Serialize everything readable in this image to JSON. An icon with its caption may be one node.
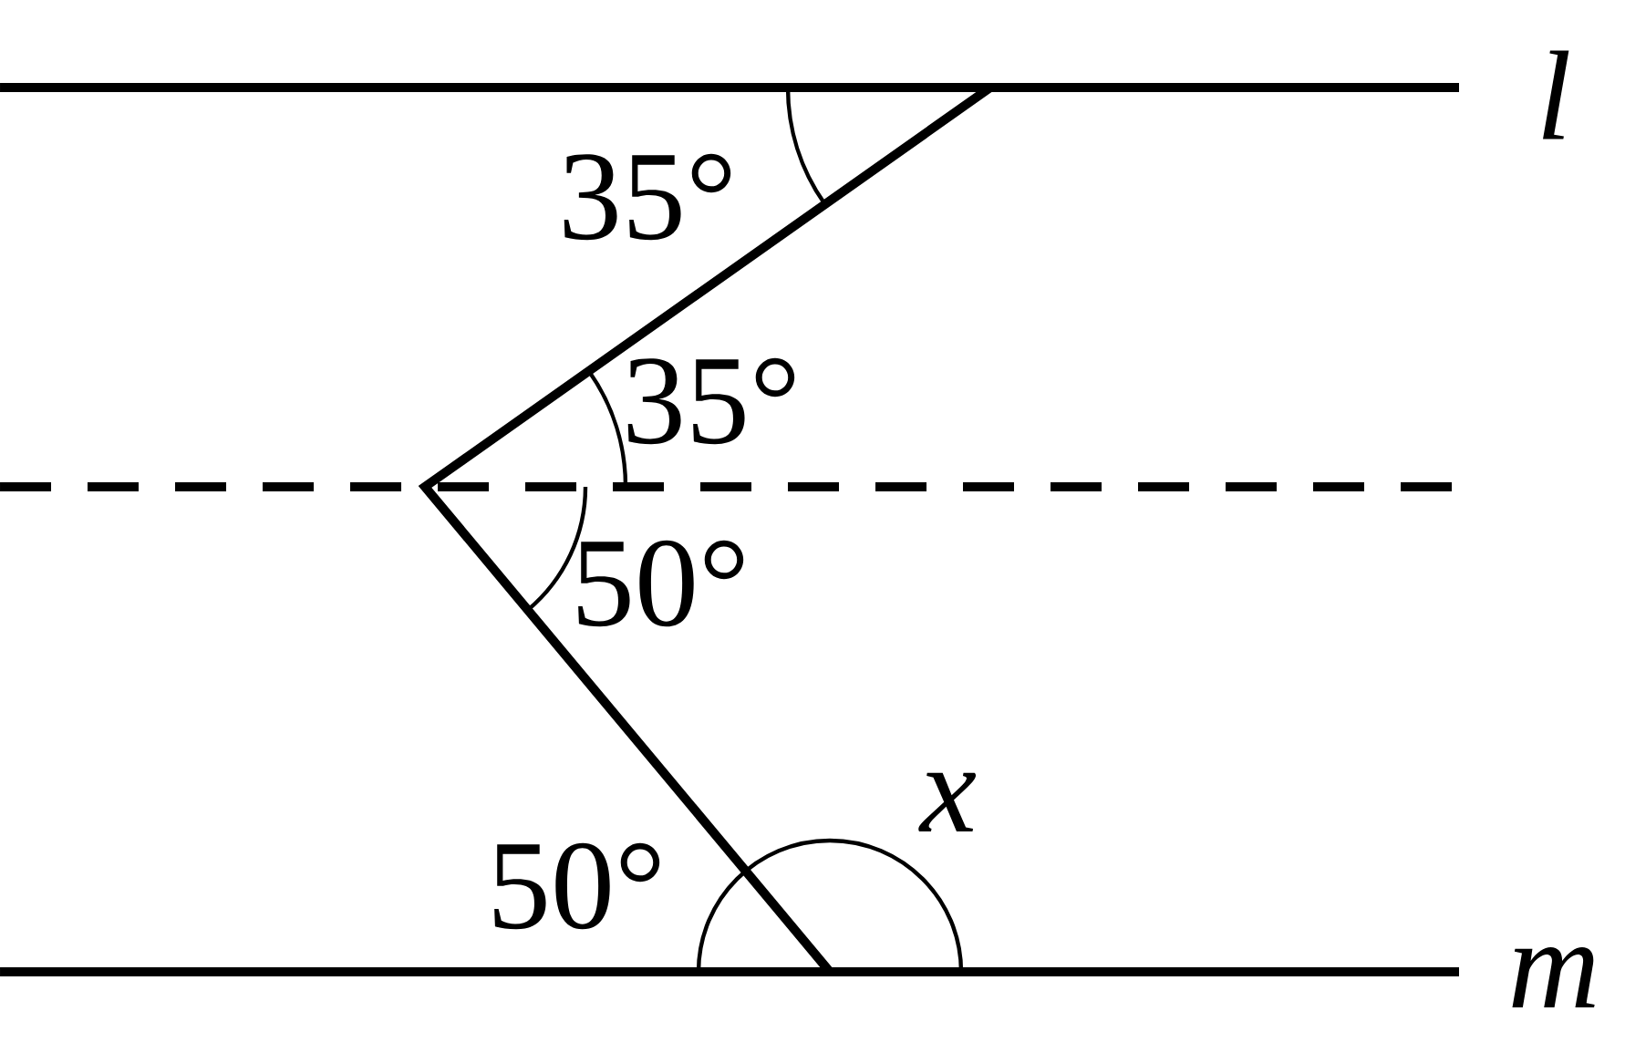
{
  "diagram": {
    "labels": [
      "l",
      "35°",
      "35°",
      "50°",
      "x",
      "50°",
      "m"
    ]
  }
}
